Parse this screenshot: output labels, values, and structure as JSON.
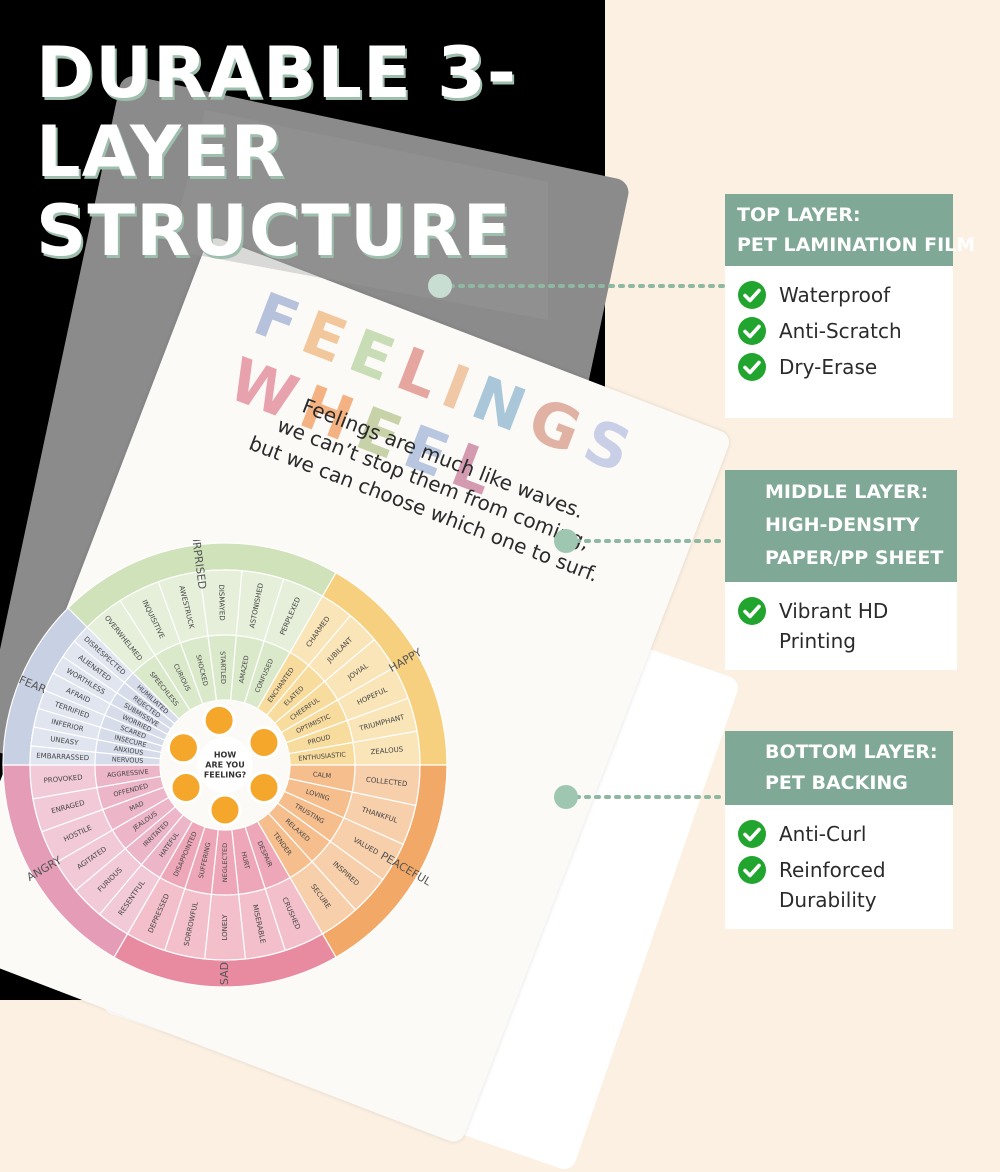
{
  "headline": {
    "lines": [
      "DURABLE 3-",
      "LAYER",
      "STRUCTURE"
    ]
  },
  "colors": {
    "black_panel": "#000000",
    "cream_background": "#fcf0e2",
    "accent_green": "#7fa896",
    "check_green": "#22a52f",
    "dot_color": "#c7ddd0"
  },
  "poster": {
    "title_letters": [
      "F",
      "E",
      "E",
      "L",
      "I",
      "N",
      "G",
      "S",
      " ",
      "W",
      "H",
      "E",
      "E",
      "L"
    ],
    "title_colors": [
      "#b6c2dc",
      "#f1c79b",
      "#c8ddb6",
      "#e6a6a0",
      "#f0c8a6",
      "#a9c7d8",
      "#e0b2a3",
      "#c8cfe6",
      " ",
      "#e7a2ad",
      "#f4b283",
      "#c8d2a8",
      "#b8c7df",
      "#d49ab0"
    ],
    "subtitle_lines": [
      "Feelings are much like waves.",
      "we can’t stop them from coming,",
      "but we can choose which one to surf."
    ]
  },
  "wheel": {
    "center_text": [
      "HOW",
      "ARE YOU",
      "FEELING?"
    ],
    "categories": [
      {
        "label": "SURPRISED",
        "color": "#cfe2b9"
      },
      {
        "label": "HAPPY",
        "color": "#f6d07e"
      },
      {
        "label": "PEACEFUL",
        "color": "#f2a866"
      },
      {
        "label": "SAD",
        "color": "#e88aa0"
      },
      {
        "label": "ANGRY",
        "color": "#e59cb6"
      },
      {
        "label": "FEAR",
        "color": "#c8d0e3"
      }
    ],
    "words": {
      "surprised": [
        "OVERWHELMED",
        "INQUISITIVE",
        "AWESTRUCK",
        "DISMAYED",
        "ASTONISHED",
        "PERPLEXED",
        "SPEECHLESS",
        "CURIOUS",
        "SHOCKED",
        "STARTLED",
        "AMAZED",
        "CONFUSED"
      ],
      "happy": [
        "CHARMED",
        "JUBILANT",
        "JOVIAL",
        "HOPEFUL",
        "TRIUMPHANT",
        "ZEALOUS",
        "ENCHANTED",
        "ELATED",
        "CHEERFUL",
        "OPTIMISTIC",
        "PROUD",
        "ENTHUSIASTIC"
      ],
      "peaceful": [
        "COLLECTED",
        "THANKFUL",
        "VALUED",
        "INSPIRED",
        "SECURE",
        "CALM",
        "LOVING",
        "TRUSTING",
        "RELAXED",
        "TENDER"
      ],
      "sad": [
        "CRUSHED",
        "MISERABLE",
        "LONELY",
        "SORROWFUL",
        "DEPRESSED",
        "DESPAIR",
        "HURT",
        "NEGLECTED",
        "SUFFERING",
        "DISAPPOINTED"
      ],
      "angry": [
        "RESENTFUL",
        "FURIOUS",
        "AGITATED",
        "HOSTILE",
        "ENRAGED",
        "PROVOKED",
        "HATEFUL",
        "IRRITATED",
        "JEALOUS",
        "MAD",
        "OFFENDED",
        "AGGRESSIVE"
      ],
      "fear": [
        "EMBARRASSED",
        "UNEASY",
        "INFERIOR",
        "TERRIFIED",
        "AFRAID",
        "WORTHLESS",
        "ALIENATED",
        "DISRESPECTED",
        "NERVOUS",
        "ANXIOUS",
        "INSECURE",
        "SCARED",
        "WORRIED",
        "SUBMISSIVE",
        "REJECTED",
        "HUMILIATED"
      ]
    }
  },
  "layers": [
    {
      "heading_lines": [
        "TOP LAYER:",
        "PET LAMINATION FILM"
      ],
      "features": [
        {
          "lines": [
            "Waterproof"
          ],
          "icon": "check-circle-icon"
        },
        {
          "lines": [
            "Anti-Scratch"
          ],
          "icon": "check-circle-icon"
        },
        {
          "lines": [
            "Dry-Erase"
          ],
          "icon": "check-circle-icon"
        }
      ]
    },
    {
      "heading_lines": [
        "MIDDLE LAYER:",
        "HIGH-DENSITY",
        "PAPER/PP SHEET"
      ],
      "features": [
        {
          "lines": [
            "Vibrant HD",
            "Printing"
          ],
          "icon": "check-circle-icon"
        }
      ]
    },
    {
      "heading_lines": [
        "BOTTOM LAYER:",
        "PET BACKING"
      ],
      "features": [
        {
          "lines": [
            "Anti-Curl"
          ],
          "icon": "check-circle-icon"
        },
        {
          "lines": [
            "Reinforced",
            "Durability"
          ],
          "icon": "check-circle-icon"
        }
      ]
    }
  ]
}
